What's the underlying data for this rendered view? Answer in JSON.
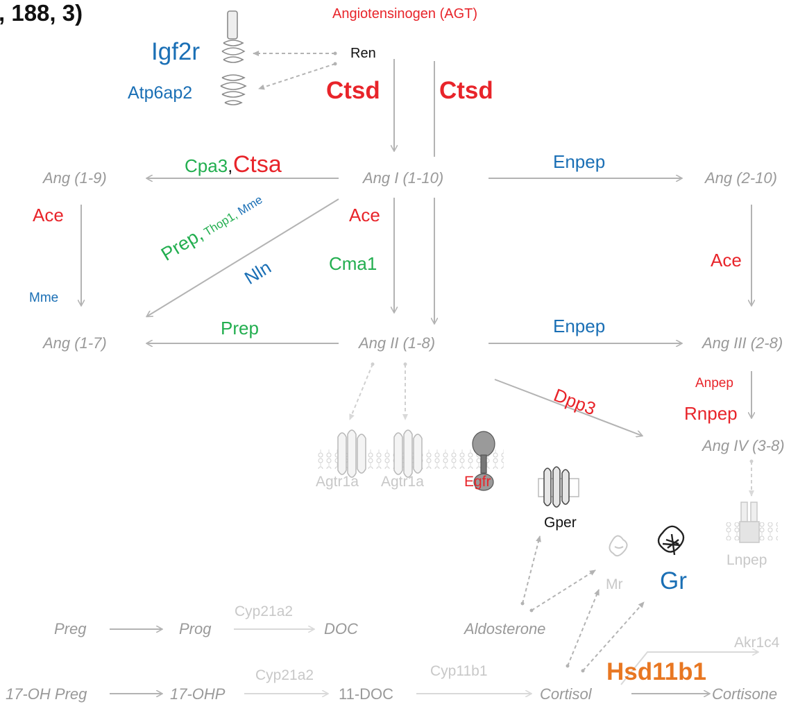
{
  "header": {
    "partial_title": ", 188, 3)"
  },
  "colors": {
    "red": "#e8242a",
    "blue": "#1a6fb5",
    "green": "#22ae4f",
    "orange": "#e87722",
    "gray": "#999999",
    "faint": "#c8c8c8",
    "arrow": "#b3b3b3"
  },
  "icons": [
    "receptor-protein-icon",
    "membrane-receptor-icon",
    "egfr-icon",
    "gper-icon",
    "mr-protein-icon",
    "gr-protein-icon",
    "lnpep-icon"
  ],
  "ras": {
    "agt": "Angiotensinogen (AGT)",
    "ren": "Ren",
    "igf2r": "Igf2r",
    "atp6ap2": "Atp6ap2",
    "ctsd_left": "Ctsd",
    "ctsd_right": "Ctsd",
    "ang_1_9": "Ang (1-9)",
    "ang_i": "Ang I (1-10)",
    "ang_2_10": "Ang (2-10)",
    "cpa3": "Cpa3",
    "comma": ",",
    "ctsa": "Ctsa",
    "enpep_top": "Enpep",
    "ace_left": "Ace",
    "mme_left": "Mme",
    "prep_diag": "Prep,",
    "thop1": "Thop1,",
    "mme_diag": "Mme",
    "nln": "Nln",
    "ace_mid": "Ace",
    "cma1": "Cma1",
    "ace_right": "Ace",
    "ang_1_7": "Ang (1-7)",
    "prep": "Prep",
    "ang_ii": "Ang II (1-8)",
    "enpep_mid": "Enpep",
    "ang_iii": "Ang III (2-8)",
    "dpp3": "Dpp3",
    "anpep": "Anpep",
    "rnpep": "Rnpep",
    "ang_iv": "Ang IV (3-8)"
  },
  "receptors": {
    "agtr1a_a": "Agtr1a",
    "agtr1a_b": "Agtr1a",
    "egfr": "Egfr",
    "gper": "Gper",
    "mr": "Mr",
    "gr": "Gr",
    "lnpep": "Lnpep"
  },
  "steroids": {
    "preg": "Preg",
    "prog": "Prog",
    "cyp21a2_top": "Cyp21a2",
    "doc": "DOC",
    "aldosterone": "Aldosterone",
    "akr1c4": "Akr1c4",
    "hsd11b1": "Hsd11b1",
    "oh_preg": "17-OH Preg",
    "ohp": "17-OHP",
    "cyp21a2_bot": "Cyp21a2",
    "eleven_doc": "11-DOC",
    "cyp11b1": "Cyp11b1",
    "cortisol": "Cortisol",
    "cortisone": "Cortisone"
  }
}
